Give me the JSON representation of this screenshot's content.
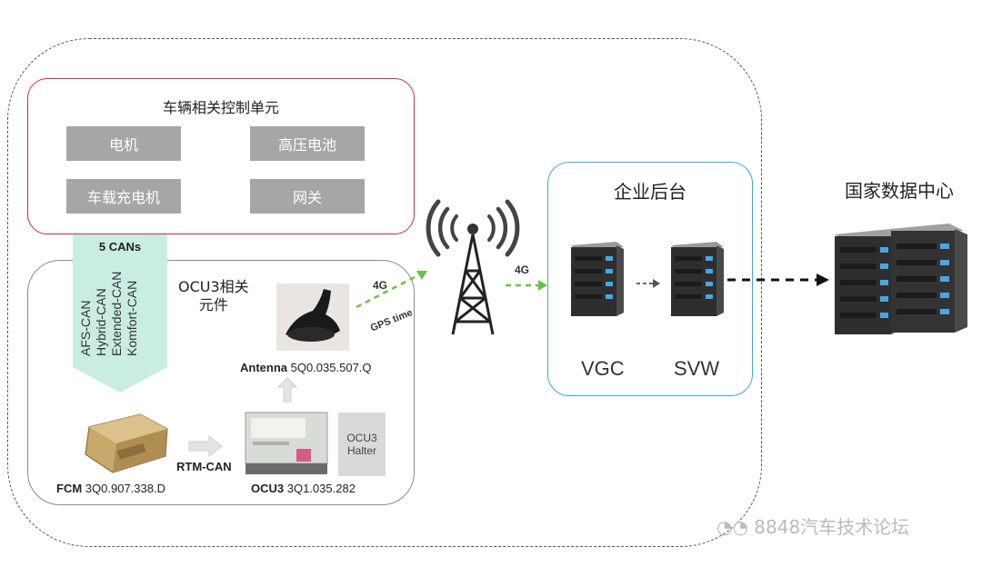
{
  "vehicle_units": {
    "title": "车辆相关控制单元",
    "units": [
      "电机",
      "高压电池",
      "车载充电机",
      "网关"
    ]
  },
  "cans": {
    "title": "5 CANs",
    "list": "AFS-CAN\nHybrid-CAN\nExtended-CAN\nKomfort-CAN"
  },
  "ocu3_related": "OCU3相关\n元件",
  "components": {
    "antenna_name": "Antenna",
    "antenna_part": "5Q0.035.507.Q",
    "fcm_name": "FCM",
    "fcm_part": "3Q0.907.338.D",
    "ocu3_name": "OCU3",
    "ocu3_part": "3Q1.035.282",
    "rtm_can": "RTM-CAN",
    "halter_line1": "OCU3",
    "halter_line2": "Halter"
  },
  "links": {
    "lte_left": "4G",
    "gps_time": "GPS time",
    "lte_right": "4G"
  },
  "enterprise": {
    "title": "企业后台",
    "server_left": "VGC",
    "server_right": "SVW"
  },
  "national": {
    "title": "国家数据中心"
  },
  "watermark": "8848汽车技术论坛",
  "colors": {
    "vehicle_border": "#c8323b",
    "enterprise_border": "#3ba9d9",
    "can_arrow": "#c9ece3",
    "unit_fill": "#a6a6a6",
    "link_green": "#6cc04a"
  }
}
